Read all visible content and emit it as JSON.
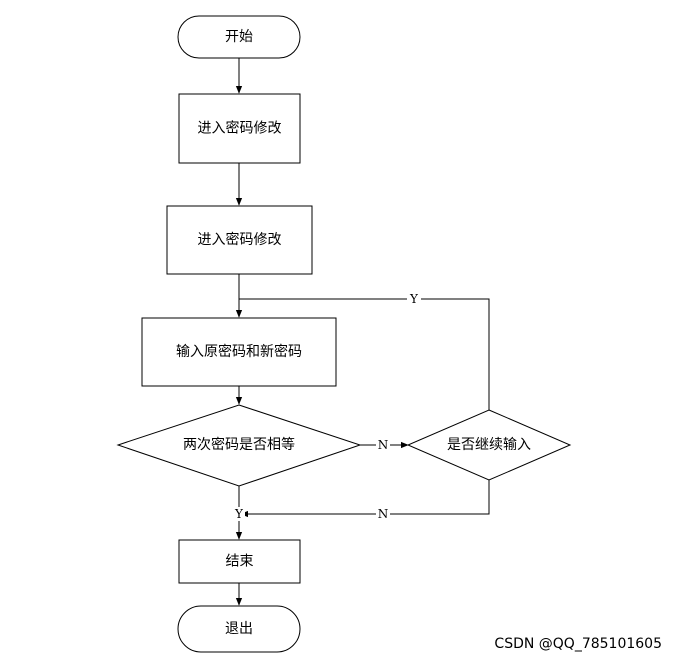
{
  "nodes": {
    "start": "开始",
    "step1": "进入密码修改",
    "step2": "进入密码修改",
    "input": "输入原密码和新密码",
    "compare": "两次密码是否相等",
    "continue": "是否继续输入",
    "end_step": "结束",
    "exit": "退出"
  },
  "edge_labels": {
    "continue_yes": "Y",
    "compare_no": "N",
    "continue_no": "N",
    "compare_yes": "Y"
  },
  "watermark": "CSDN @QQ_785101605"
}
